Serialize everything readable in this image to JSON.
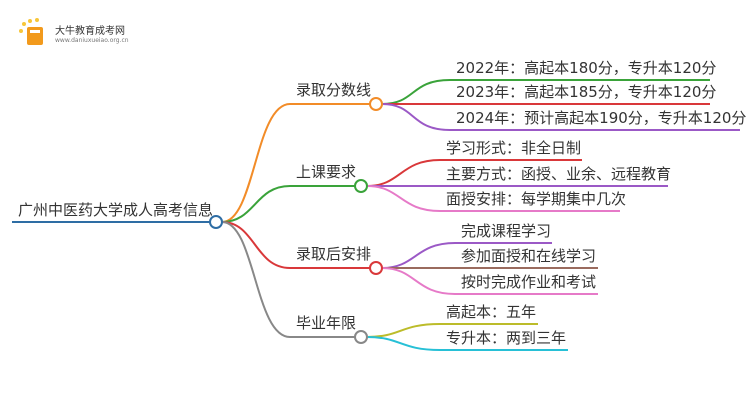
{
  "logo": {
    "title": "大牛教育成考网",
    "url": "www.daniuxueiao.org.cn"
  },
  "root": {
    "label": "广州中医药大学成人高考信息",
    "color": "#2e6da4"
  },
  "branches": [
    {
      "label": "录取分数线",
      "color": "#f28c28",
      "children": [
        {
          "label": "2022年：高起本180分，专升本120分",
          "color": "#3aa33a"
        },
        {
          "label": "2023年：高起本185分，专升本120分",
          "color": "#d9383a"
        },
        {
          "label": "2024年：预计高起本190分，专升本120分",
          "color": "#9b59c6"
        }
      ]
    },
    {
      "label": "上课要求",
      "color": "#3aa33a",
      "children": [
        {
          "label": "学习形式：非全日制",
          "color": "#d9383a"
        },
        {
          "label": "主要方式：函授、业余、远程教育",
          "color": "#9b59c6"
        },
        {
          "label": "面授安排：每学期集中几次",
          "color": "#e67ac8"
        }
      ]
    },
    {
      "label": "录取后安排",
      "color": "#d9383a",
      "children": [
        {
          "label": "完成课程学习",
          "color": "#9b59c6"
        },
        {
          "label": "参加面授和在线学习",
          "color": "#9a6b5e"
        },
        {
          "label": "按时完成作业和考试",
          "color": "#e67ac8"
        }
      ]
    },
    {
      "label": "毕业年限",
      "color": "#888888",
      "children": [
        {
          "label": "高起本：五年",
          "color": "#bcbc2a"
        },
        {
          "label": "专升本：两到三年",
          "color": "#27c0d6"
        }
      ]
    }
  ]
}
